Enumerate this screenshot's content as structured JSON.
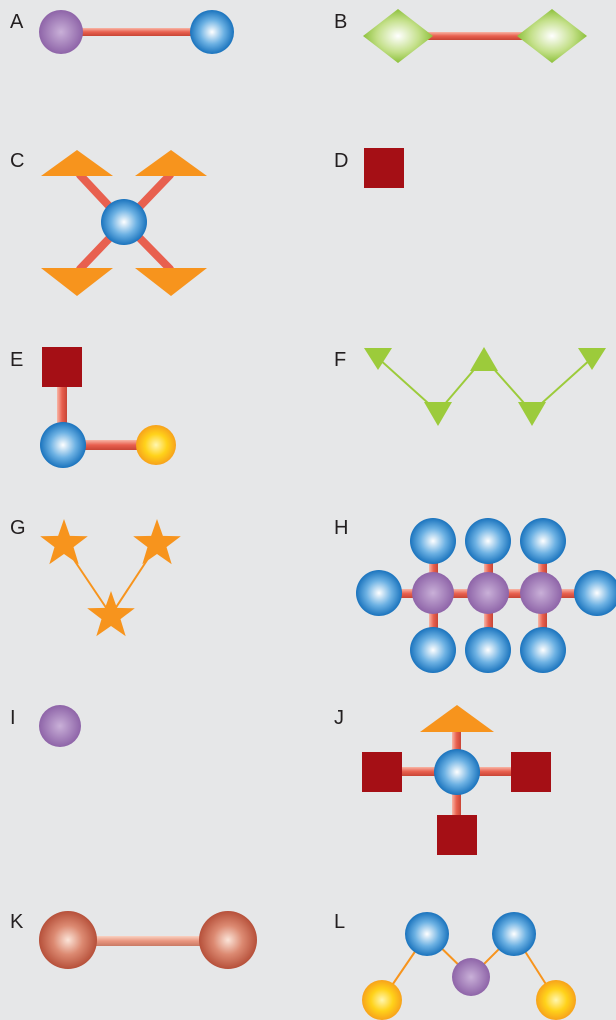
{
  "panels": [
    {
      "label": "A",
      "description": "purple sphere bonded to blue sphere"
    },
    {
      "label": "B",
      "description": "two green diamonds bonded"
    },
    {
      "label": "C",
      "description": "blue sphere with four orange triangles"
    },
    {
      "label": "D",
      "description": "single dark red square"
    },
    {
      "label": "E",
      "description": "red square, blue sphere, yellow sphere bent chain"
    },
    {
      "label": "F",
      "description": "zig-zag of green triangles"
    },
    {
      "label": "G",
      "description": "three orange stars in V shape"
    },
    {
      "label": "H",
      "description": "three purple spheres each with blue spheres above and below, blue spheres at ends"
    },
    {
      "label": "I",
      "description": "single purple sphere"
    },
    {
      "label": "J",
      "description": "blue sphere with orange triangle and three red squares"
    },
    {
      "label": "K",
      "description": "two copper spheres bonded"
    },
    {
      "label": "L",
      "description": "chain yellow-blue-purple-blue-yellow"
    }
  ],
  "colors": {
    "background": "#e6e7e8",
    "bond": "#e8695a",
    "blue": "#1f7fc7",
    "purple": "#9a6fb0",
    "green": "#9ccb3b",
    "orange": "#f7941d",
    "red": "#a50f15",
    "yellow": "#ffc20e",
    "copper": "#c55a45"
  }
}
